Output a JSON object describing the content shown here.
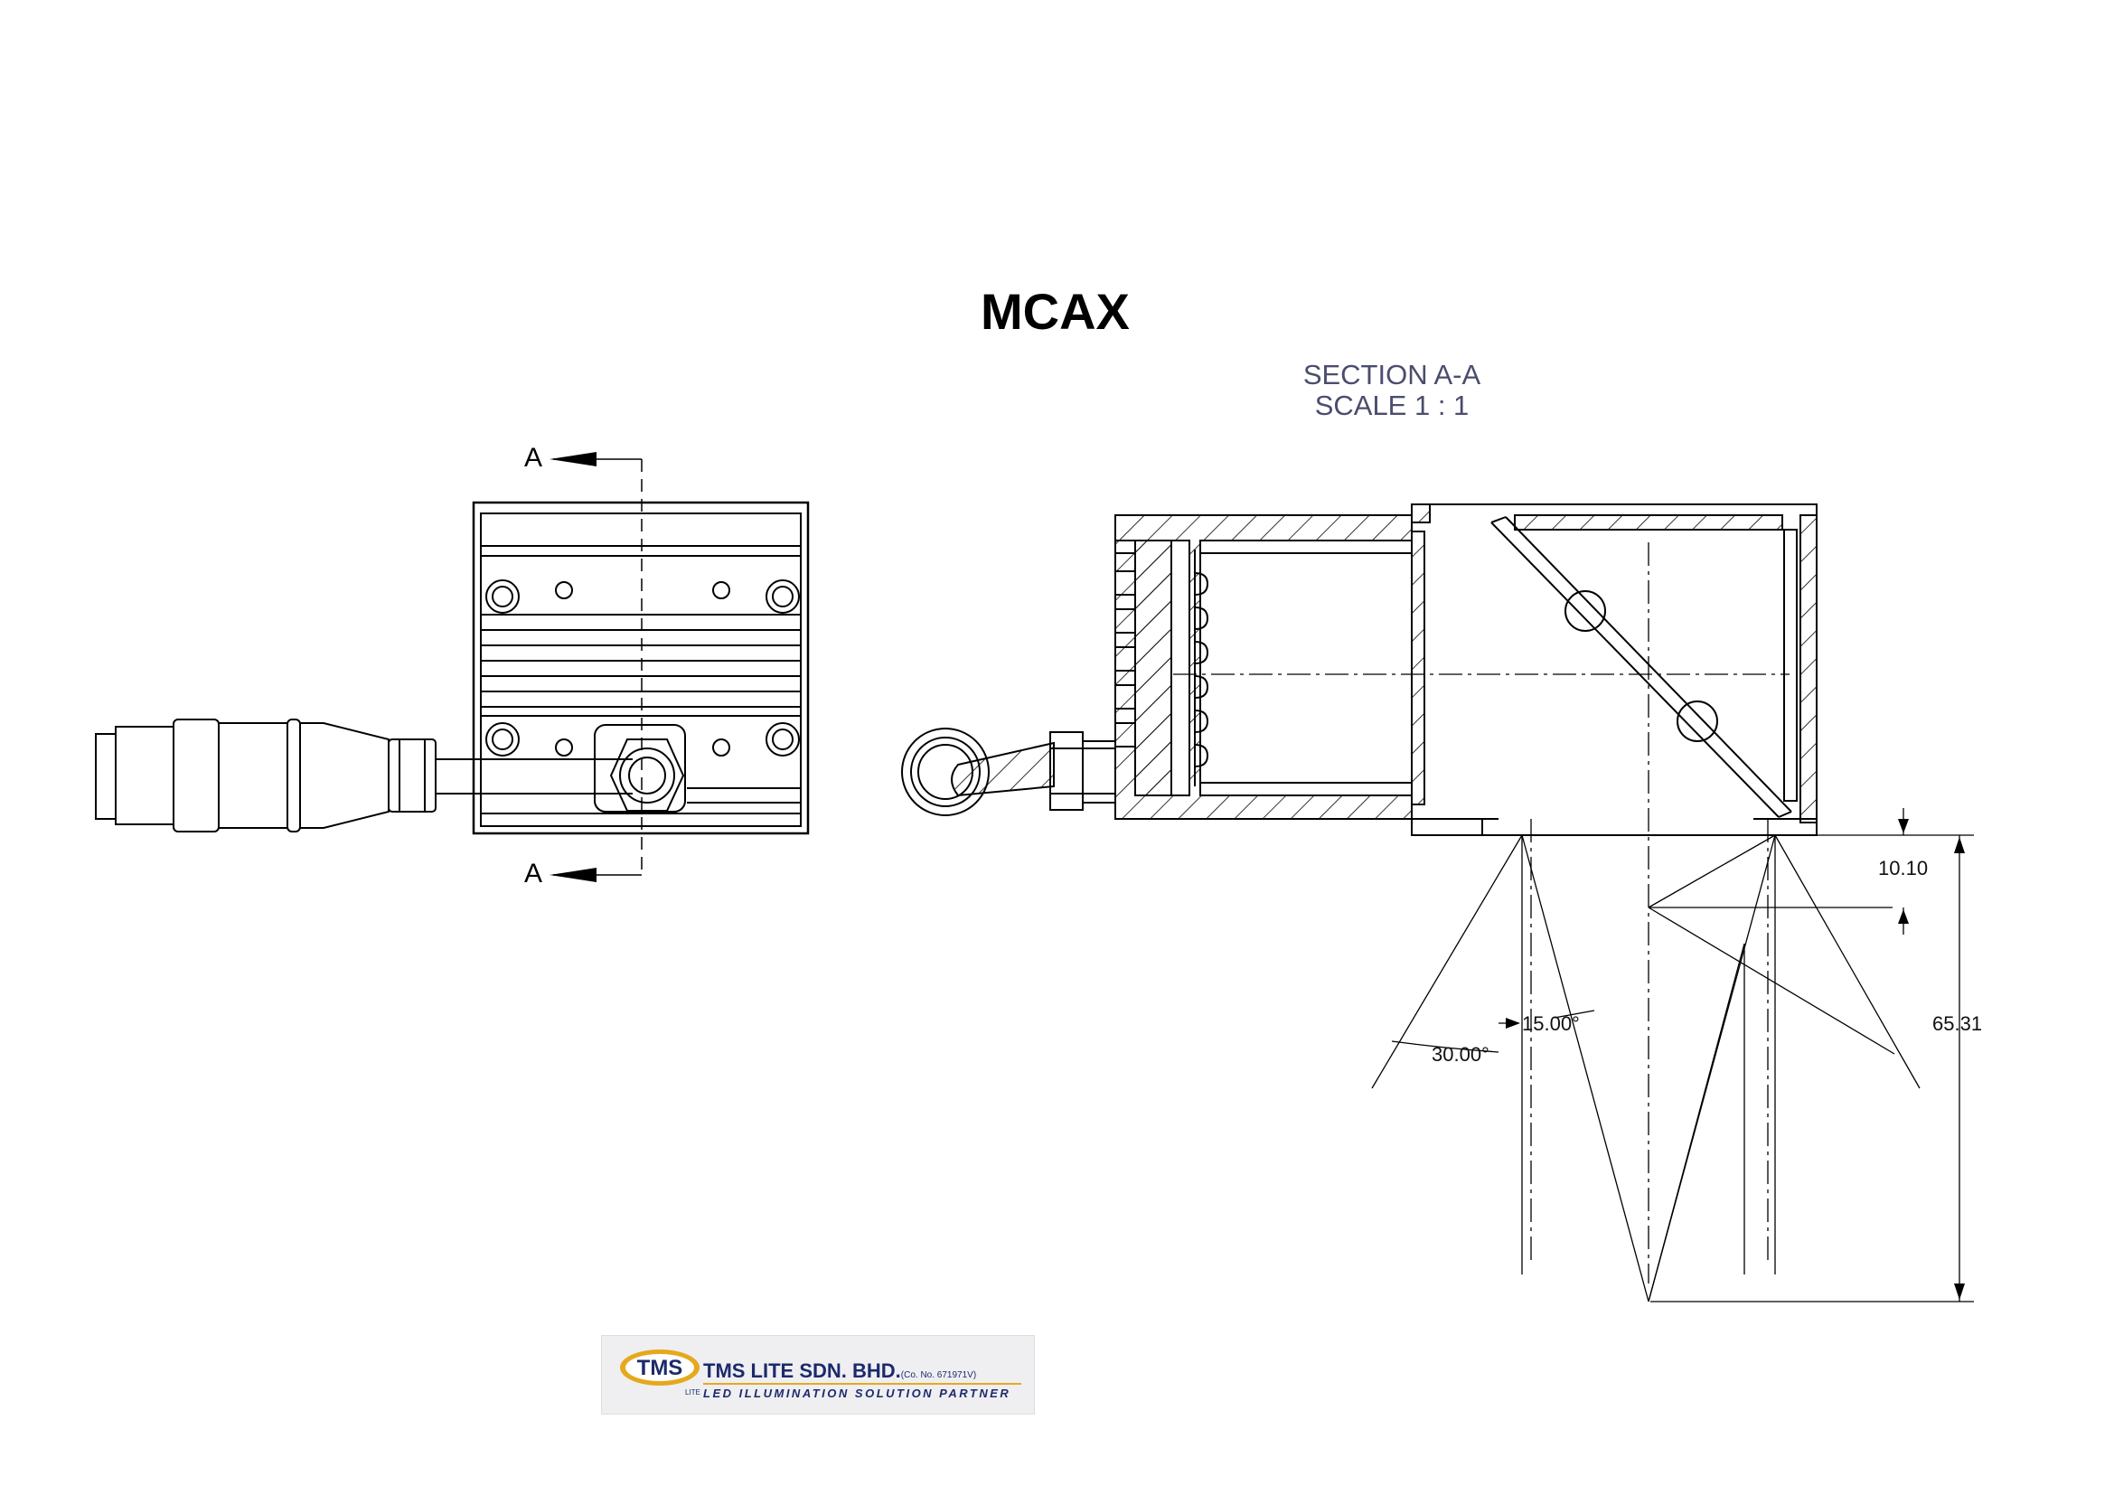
{
  "title": "MCAX",
  "section_view": {
    "name": "SECTION A-A",
    "scale": "SCALE 1 : 1"
  },
  "section_markers": [
    "A",
    "A"
  ],
  "dimensions": {
    "offset": "10.10",
    "height": "65.31",
    "angle_small": "15.00°",
    "angle_large": "30.00°"
  },
  "logo": {
    "mark": "TMS",
    "mark_sub": "LITE",
    "company": "TMS LITE SDN. BHD.",
    "reg_no": "(Co. No. 671971V)",
    "tagline": "LED ILLUMINATION SOLUTION PARTNER",
    "accent_color": "#e6a81c",
    "text_color": "#1c2a6b"
  }
}
